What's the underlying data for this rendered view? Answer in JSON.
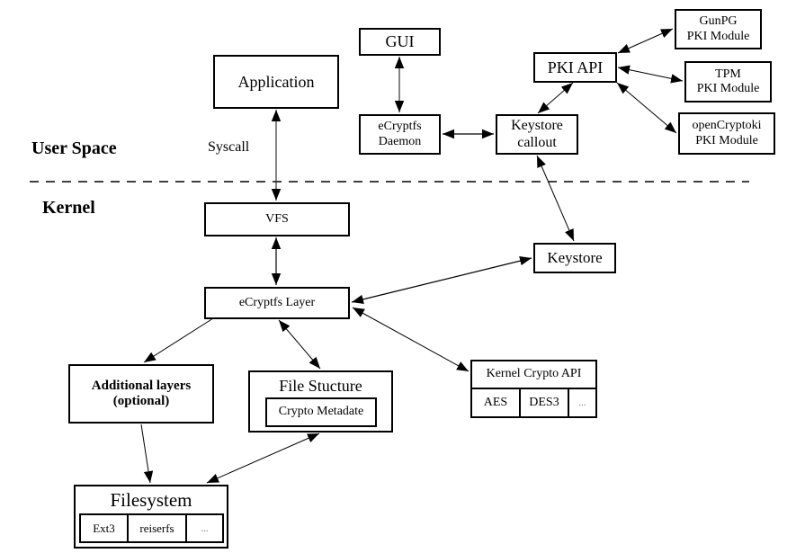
{
  "diagram": {
    "regions": {
      "user_space": "User Space",
      "kernel": "Kernel"
    },
    "edge_labels": {
      "syscall": "Syscall"
    },
    "nodes": {
      "application": "Application",
      "gui": "GUI",
      "ecryptfs_daemon": [
        "eCryptfs",
        "Daemon"
      ],
      "keystore_callout": [
        "Keystore",
        "callout"
      ],
      "pki_api": "PKI API",
      "gunpg": [
        "GunPG",
        "PKI Module"
      ],
      "tpm": [
        "TPM",
        "PKI Module"
      ],
      "opencryptoki": [
        "openCryptoki",
        "PKI Module"
      ],
      "vfs": "VFS",
      "keystore": "Keystore",
      "ecryptfs_layer": "eCryptfs Layer",
      "additional_layers": [
        "Additional layers",
        "(optional)"
      ],
      "file_structure": {
        "title": "File Stucture",
        "inner": "Crypto Metadate"
      },
      "kernel_crypto_api": {
        "title": "Kernel Crypto API",
        "cells": [
          "AES",
          "DES3",
          "..."
        ]
      },
      "filesystem": {
        "title": "Filesystem",
        "cells": [
          "Ext3",
          "reiserfs",
          "..."
        ]
      }
    },
    "edges": [
      {
        "from": "application",
        "to": "vfs",
        "type": "bidirectional",
        "label": "Syscall"
      },
      {
        "from": "gui",
        "to": "ecryptfs_daemon",
        "type": "bidirectional"
      },
      {
        "from": "ecryptfs_daemon",
        "to": "keystore_callout",
        "type": "bidirectional"
      },
      {
        "from": "keystore_callout",
        "to": "pki_api",
        "type": "bidirectional"
      },
      {
        "from": "pki_api",
        "to": "gunpg",
        "type": "bidirectional"
      },
      {
        "from": "pki_api",
        "to": "tpm",
        "type": "bidirectional"
      },
      {
        "from": "pki_api",
        "to": "opencryptoki",
        "type": "bidirectional"
      },
      {
        "from": "keystore_callout",
        "to": "keystore",
        "type": "bidirectional"
      },
      {
        "from": "vfs",
        "to": "ecryptfs_layer",
        "type": "bidirectional"
      },
      {
        "from": "keystore",
        "to": "ecryptfs_layer",
        "type": "bidirectional"
      },
      {
        "from": "ecryptfs_layer",
        "to": "additional_layers",
        "type": "directed"
      },
      {
        "from": "ecryptfs_layer",
        "to": "file_structure",
        "type": "bidirectional"
      },
      {
        "from": "kernel_crypto_api",
        "to": "ecryptfs_layer",
        "type": "bidirectional"
      },
      {
        "from": "additional_layers",
        "to": "filesystem",
        "type": "directed"
      },
      {
        "from": "file_structure",
        "to": "filesystem",
        "type": "bidirectional"
      }
    ]
  }
}
